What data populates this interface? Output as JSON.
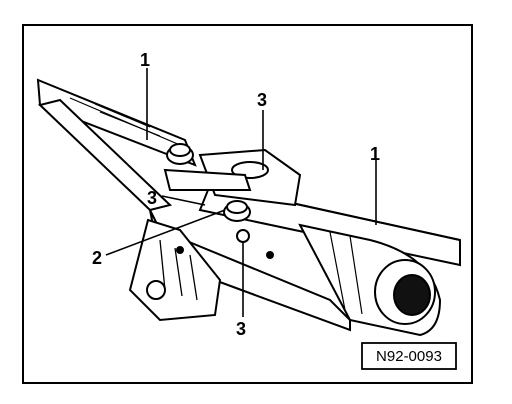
{
  "callouts": [
    {
      "id": "c1a",
      "text": "1"
    },
    {
      "id": "c3a",
      "text": "3"
    },
    {
      "id": "c1b",
      "text": "1"
    },
    {
      "id": "c3b",
      "text": "3"
    },
    {
      "id": "c2",
      "text": "2"
    },
    {
      "id": "c3c",
      "text": "3"
    }
  ],
  "reference_code": "N92-0093",
  "colors": {
    "line": "#000000",
    "background": "#ffffff"
  }
}
